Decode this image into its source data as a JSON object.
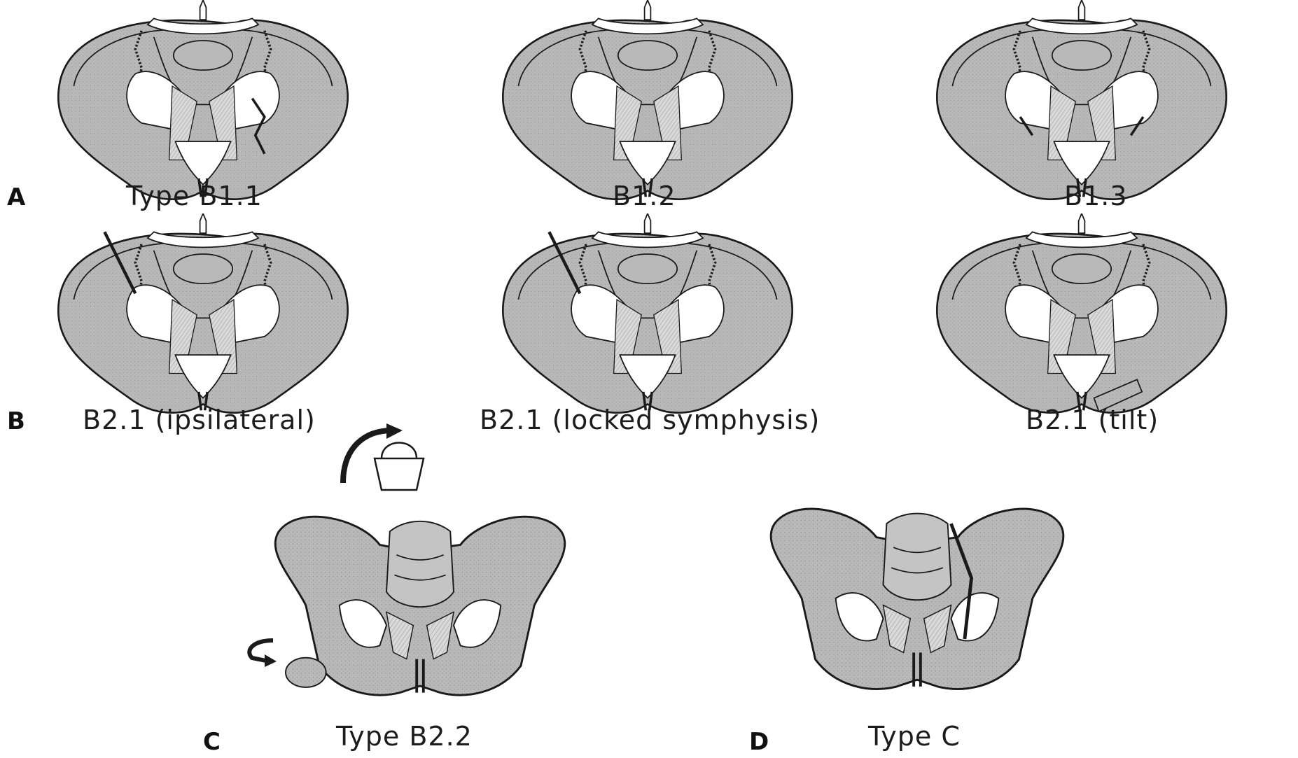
{
  "colors": {
    "bone": "#b9b9b9",
    "outline": "#1a1a1a",
    "foramen": "#ffffff",
    "ligament": "#d6d6d6"
  },
  "rows": [
    {
      "letter": "A",
      "captions": [
        "Type B1.1",
        "B1.2",
        "B1.3"
      ]
    },
    {
      "letter": "B",
      "captions": [
        "B2.1 (ipsilateral)",
        "B2.1 (locked symphysis)",
        "B2.1 (tilt)"
      ]
    },
    {
      "letter": "C",
      "captions": [
        "Type B2.2"
      ]
    },
    {
      "letter": "D",
      "captions": [
        "Type C"
      ]
    }
  ],
  "icons": [
    "bucket-handle-icon",
    "rotation-arrow-icon"
  ]
}
